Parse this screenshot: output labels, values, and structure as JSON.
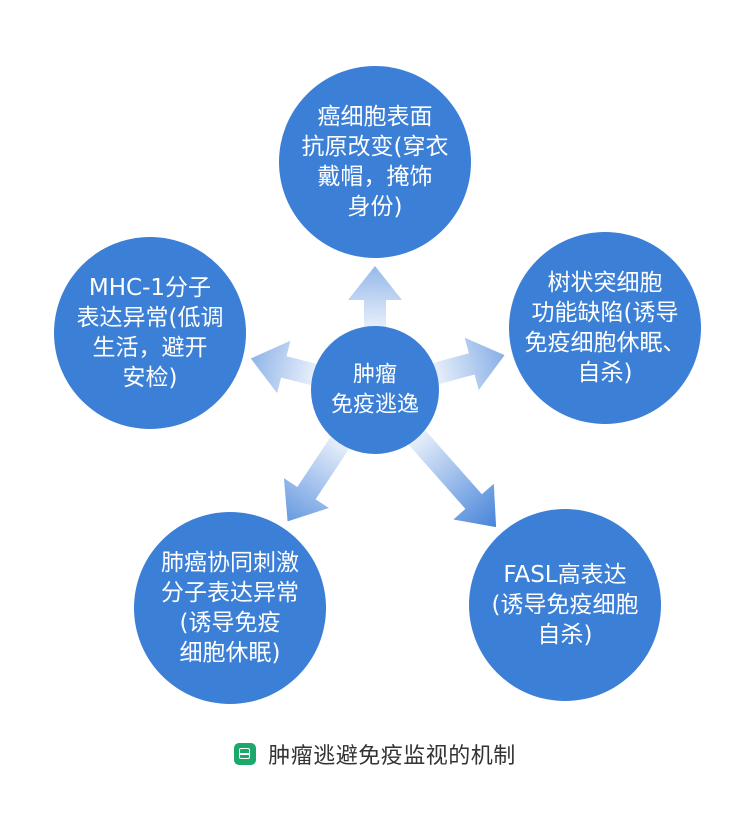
{
  "diagram": {
    "center": {
      "lines": [
        "肿瘤",
        "免疫逃逸"
      ],
      "color": "#3b7fd6"
    },
    "node_color": "#3b7fd6",
    "nodes": [
      {
        "id": "surface-antigen",
        "lines": [
          "癌细胞表面",
          "抗原改变(穿衣",
          "戴帽，掩饰",
          "身份)"
        ]
      },
      {
        "id": "dendritic-cell",
        "lines": [
          "树状突细胞",
          "功能缺陷(诱导",
          "免疫细胞休眠、",
          "自杀)"
        ]
      },
      {
        "id": "fasl",
        "lines": [
          "FASL高表达",
          "(诱导免疫细胞",
          "自杀)"
        ]
      },
      {
        "id": "costimulatory",
        "lines": [
          "肺癌协同刺激",
          "分子表达异常",
          "(诱导免疫",
          "细胞休眠)"
        ]
      },
      {
        "id": "mhc1",
        "lines": [
          "MHC-1分子",
          "表达异常(低调",
          "生活，避开",
          "安检)"
        ]
      }
    ]
  },
  "caption": {
    "icon": "book-icon",
    "icon_color": "#1aa96b",
    "text": "肿瘤逃避免疫监视的机制"
  }
}
